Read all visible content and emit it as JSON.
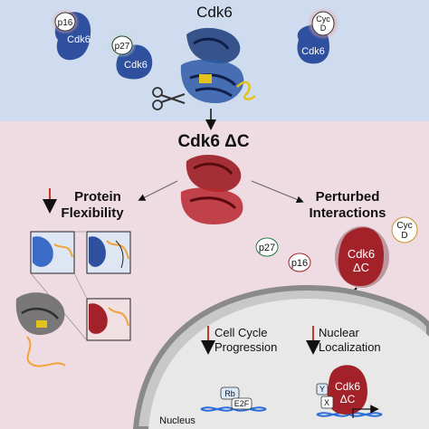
{
  "top_panel": {
    "title": "Cdk6",
    "complexes": [
      {
        "inhibitor": "p16",
        "kinase": "Cdk6"
      },
      {
        "inhibitor": "p27",
        "kinase": "Cdk6"
      },
      {
        "partner_line1": "Cyc",
        "partner_line2": "D",
        "kinase": "Cdk6"
      }
    ]
  },
  "mutant": {
    "title": "Cdk6 ΔC"
  },
  "left_branch": {
    "line1": "Protein",
    "line2": "Flexibility"
  },
  "right_branch": {
    "line1": "Perturbed",
    "line2": "Interactions"
  },
  "floating": {
    "p27": "p27",
    "p16": "p16",
    "cyc_line1": "Cyc",
    "cyc_line2": "D",
    "mutant_line1": "Cdk6",
    "mutant_line2": "ΔC"
  },
  "nucleus": {
    "label": "Nucleus",
    "cell_cycle_line1": "Cell Cycle",
    "cell_cycle_line2": "Progression",
    "nuclear_line1": "Nuclear",
    "nuclear_line2": "Localization",
    "rb": "Rb",
    "e2f": "E2F",
    "y": "Y",
    "x": "X",
    "mutant_line1": "Cdk6",
    "mutant_line2": "ΔC"
  },
  "colors": {
    "top_bg": "#cfdcef",
    "bottom_bg": "#efdce3",
    "cdk6_blue": "#2f4f9f",
    "mutant_red": "#a3222a",
    "nucleus_gray": "#8a8a8a",
    "dna_blue": "#2b6cd6",
    "down_arrow": "#c0392b"
  }
}
